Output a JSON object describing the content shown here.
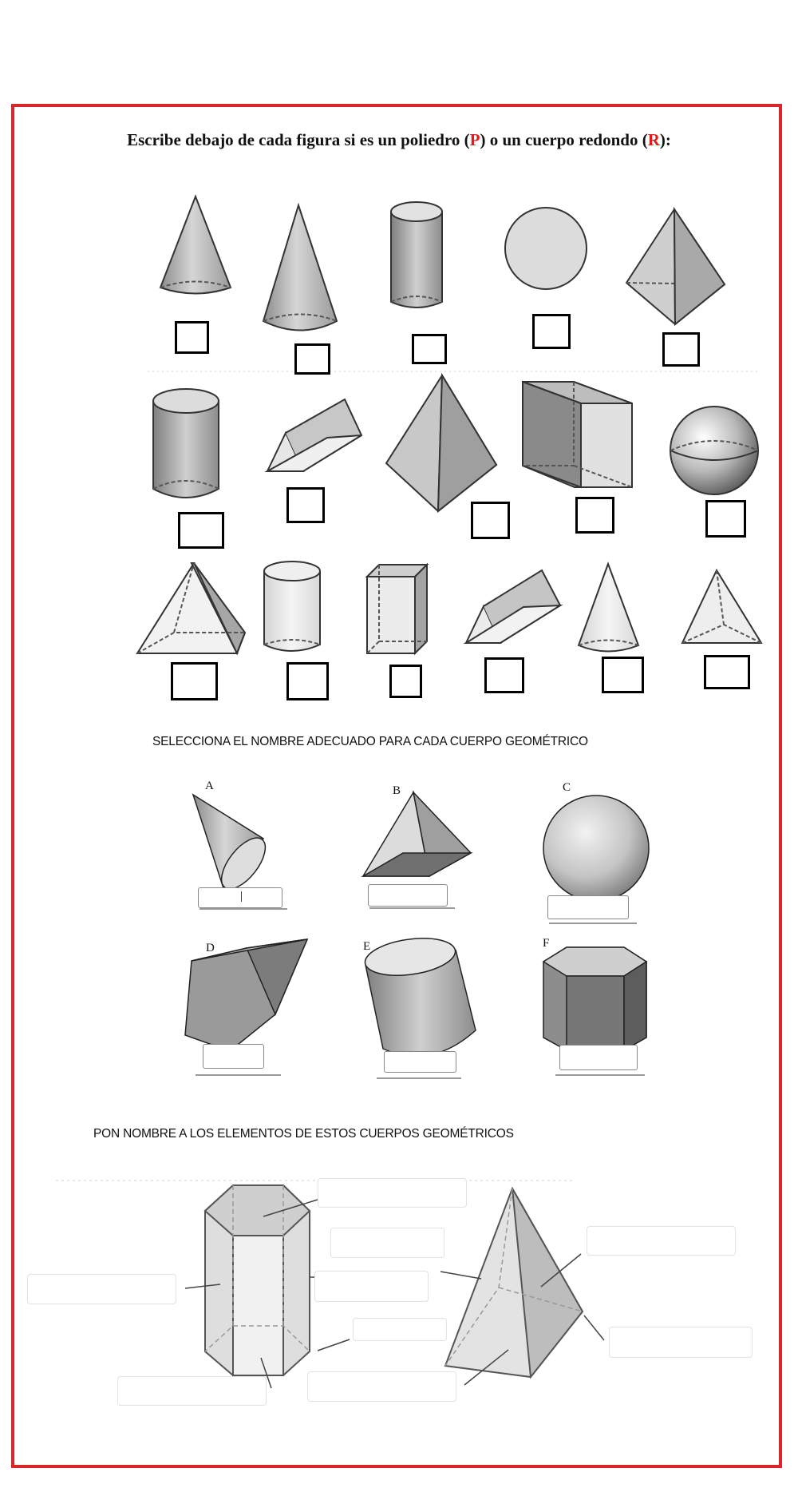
{
  "exercise1": {
    "instruction_before_p": "Escribe debajo de cada figura si es un poliedro (",
    "p_letter": "P",
    "instruction_middle": ")  o un cuerpo redondo (",
    "r_letter": "R",
    "instruction_after_r": "):"
  },
  "exercise2": {
    "title": "SELECCIONA EL NOMBRE ADECUADO PARA CADA  CUERPO GEOMÉTRICO",
    "figures": [
      "A",
      "B",
      "C",
      "D",
      "E",
      "F"
    ]
  },
  "exercise3": {
    "title": "PON NOMBRE A LOS ELEMENTOS DE ESTOS CUERPOS GEOMÉTRICOS"
  },
  "colors": {
    "frame": "#d9262c",
    "accent_red": "#e01b1b"
  }
}
